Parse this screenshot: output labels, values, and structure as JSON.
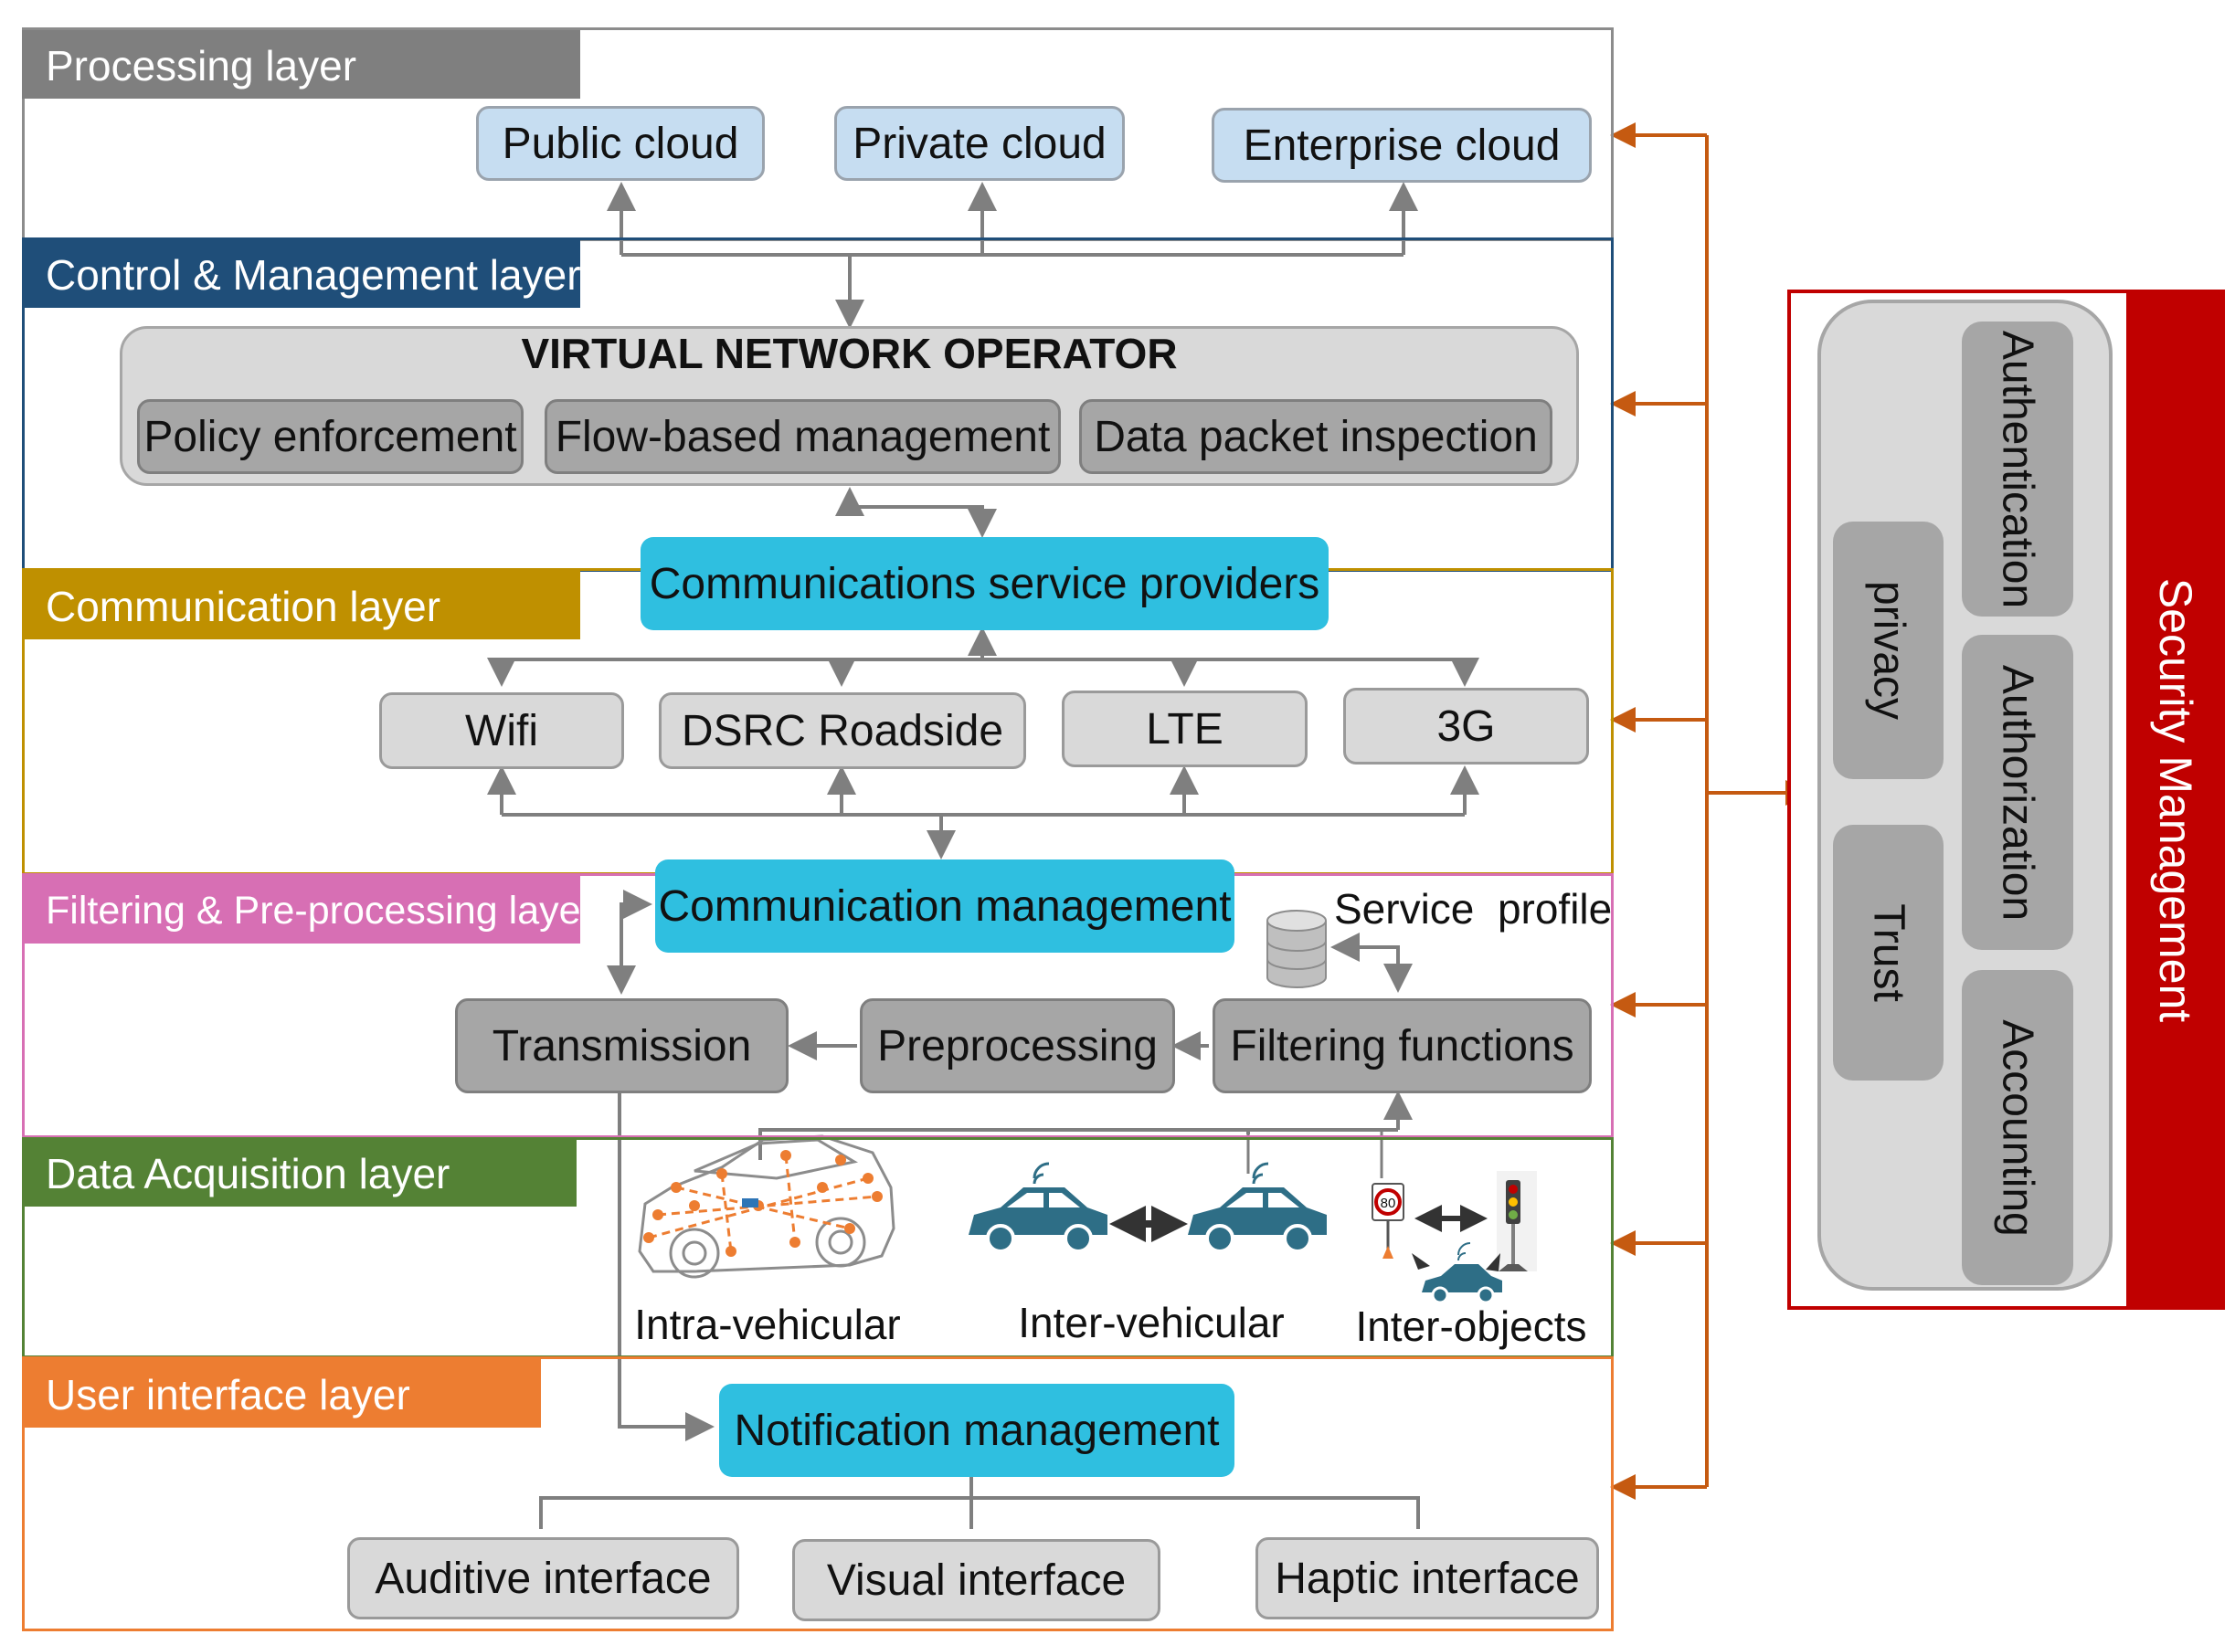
{
  "layers": {
    "processing": {
      "label": "Processing layer",
      "color": "#7f7f7f"
    },
    "control": {
      "label": "Control & Management layer",
      "color": "#1f4e79"
    },
    "communication": {
      "label": "Communication layer",
      "color": "#bf9000"
    },
    "filtering": {
      "label": "Filtering & Pre-processing  layer",
      "color": "#d76fb4"
    },
    "acquisition": {
      "label": "Data Acquisition layer",
      "color": "#548235"
    },
    "ui": {
      "label": "User interface layer",
      "color": "#ed7d31"
    }
  },
  "processing": {
    "clouds": [
      "Public cloud",
      "Private cloud",
      "Enterprise cloud"
    ]
  },
  "control": {
    "title": "VIRTUAL NETWORK OPERATOR",
    "items": [
      "Policy enforcement",
      "Flow-based management",
      "Data packet inspection"
    ]
  },
  "communication": {
    "provider": "Communications service providers",
    "techs": [
      "Wifi",
      "DSRC Roadside",
      "LTE",
      "3G"
    ]
  },
  "filtering": {
    "management": "Communication management",
    "service_profile": "Service  profile",
    "transmission": "Transmission",
    "preprocessing": "Preprocessing",
    "filtering_functions": "Filtering functions"
  },
  "acquisition": {
    "intra": "Intra-vehicular",
    "inter": "Inter-vehicular",
    "objects": "Inter-objects",
    "speed_sign": "80"
  },
  "ui": {
    "notification": "Notification management",
    "interfaces": [
      "Auditive interface",
      "Visual interface",
      "Haptic interface"
    ]
  },
  "security": {
    "title": "Security Management",
    "left_items": [
      "privacy",
      "Trust"
    ],
    "right_items": [
      "Authentication",
      "Authorization",
      "Accounting"
    ]
  },
  "colors": {
    "security_red": "#c00000",
    "arrow_orange": "#c55a11",
    "connector_grey": "#7f7f7f",
    "car_teal": "#2e6e86",
    "wiring_orange": "#ed7d31"
  }
}
